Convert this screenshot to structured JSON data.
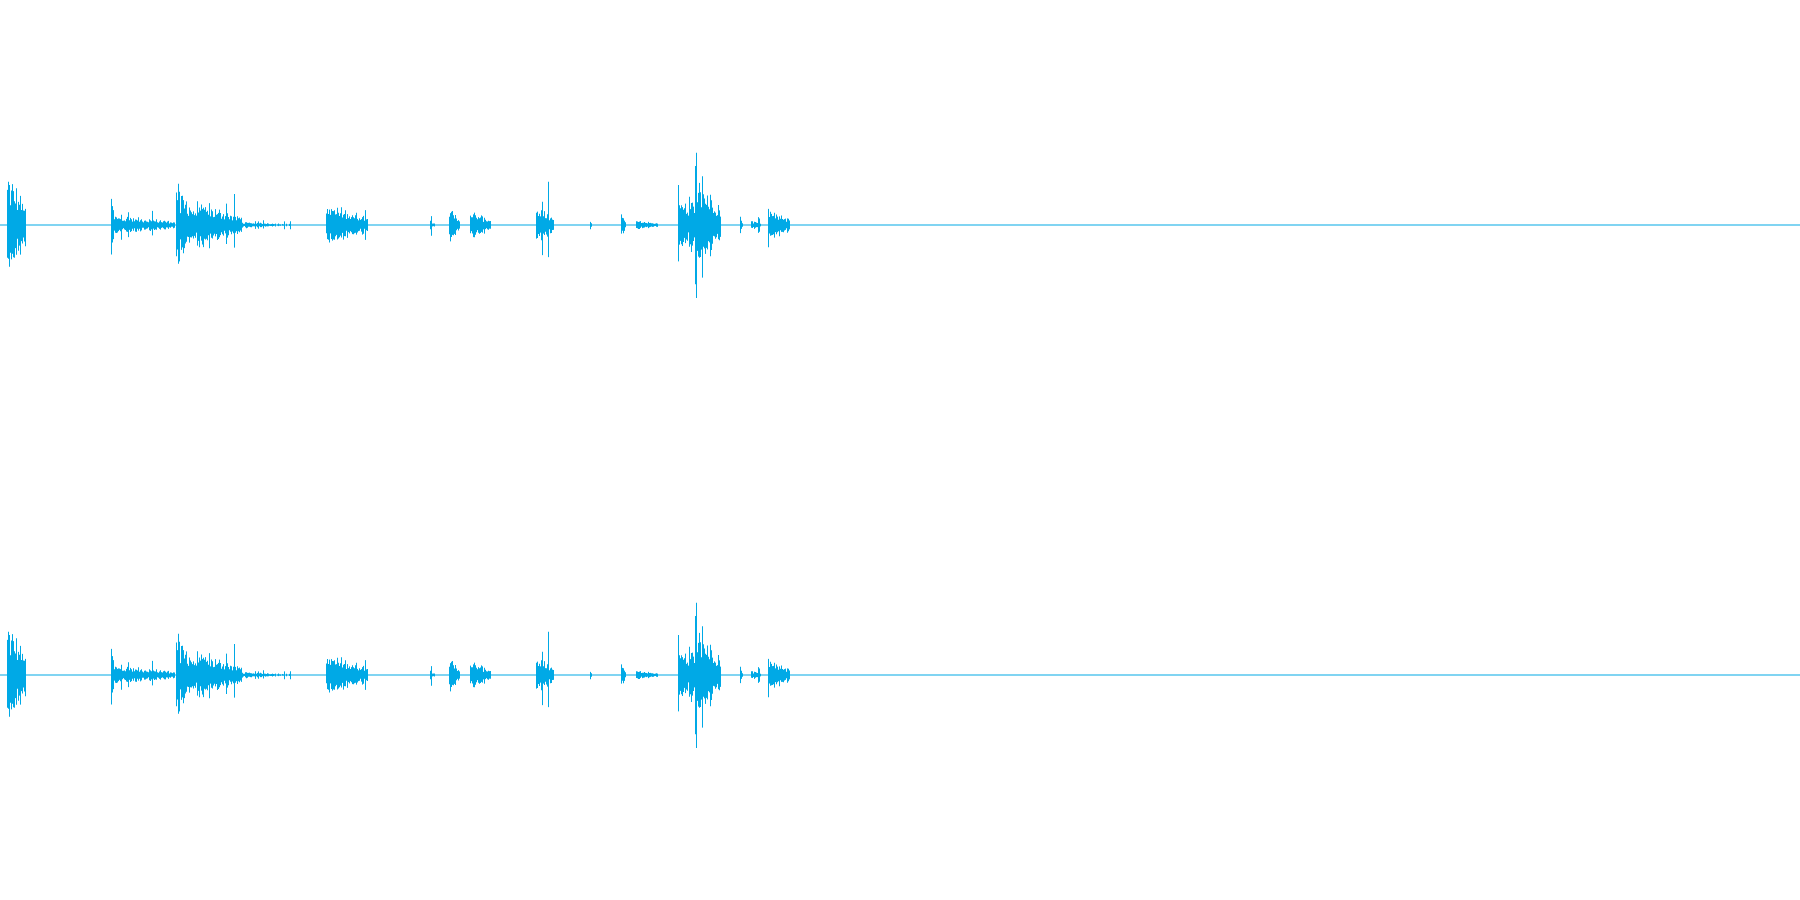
{
  "waveform": {
    "color": "#00a9e6",
    "background": "#ffffff",
    "channels": [
      {
        "name": "channel-1"
      },
      {
        "name": "channel-2"
      }
    ],
    "segments": [
      {
        "start": 0.008,
        "end": 0.03,
        "amp": 0.55,
        "peak": 0.95
      },
      {
        "start": 0.132,
        "end": 0.136,
        "amp": 0.35,
        "peak": 0.62
      },
      {
        "start": 0.136,
        "end": 0.208,
        "amp": 0.1,
        "peak": 0.2
      },
      {
        "start": 0.209,
        "end": 0.215,
        "amp": 0.65,
        "peak": 0.98
      },
      {
        "start": 0.215,
        "end": 0.235,
        "amp": 0.35,
        "peak": 0.6
      },
      {
        "start": 0.235,
        "end": 0.288,
        "amp": 0.23,
        "peak": 0.3
      },
      {
        "start": 0.288,
        "end": 0.345,
        "amp": 0.03,
        "peak": 0.05
      },
      {
        "start": 0.345,
        "end": 0.347,
        "amp": 0.06,
        "peak": 0.1
      },
      {
        "start": 0.389,
        "end": 0.438,
        "amp": 0.22,
        "peak": 0.27
      },
      {
        "start": 0.512,
        "end": 0.518,
        "amp": 0.06,
        "peak": 0.12
      },
      {
        "start": 0.535,
        "end": 0.548,
        "amp": 0.18,
        "peak": 0.35
      },
      {
        "start": 0.56,
        "end": 0.585,
        "amp": 0.15,
        "peak": 0.22
      },
      {
        "start": 0.639,
        "end": 0.66,
        "amp": 0.2,
        "peak": 0.42
      },
      {
        "start": 0.703,
        "end": 0.706,
        "amp": 0.06,
        "peak": 0.1
      },
      {
        "start": 0.741,
        "end": 0.746,
        "amp": 0.12,
        "peak": 0.18
      },
      {
        "start": 0.758,
        "end": 0.785,
        "amp": 0.05,
        "peak": 0.1
      },
      {
        "start": 0.808,
        "end": 0.822,
        "amp": 0.45,
        "peak": 0.9
      },
      {
        "start": 0.822,
        "end": 0.83,
        "amp": 0.35,
        "peak": 0.8
      },
      {
        "start": 0.83,
        "end": 0.86,
        "amp": 0.5,
        "peak": 0.85
      },
      {
        "start": 0.882,
        "end": 0.886,
        "amp": 0.1,
        "peak": 0.2
      },
      {
        "start": 0.896,
        "end": 0.908,
        "amp": 0.05,
        "peak": 0.1
      },
      {
        "start": 0.916,
        "end": 0.942,
        "amp": 0.18,
        "peak": 0.36
      }
    ]
  }
}
